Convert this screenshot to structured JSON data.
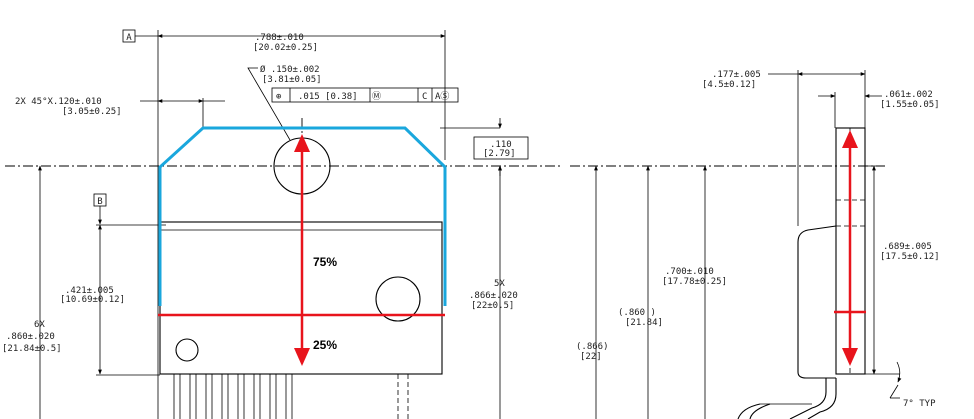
{
  "datum_a": "A",
  "datum_b": "B",
  "front": {
    "width_nom": ".788±.010",
    "width_mm": "[20.02±0.25]",
    "hole_nom": "Ø .150±.002",
    "hole_mm": "[3.81±0.05]",
    "fcf_pos": "⊕",
    "fcf_tol": ".015 [0.38]",
    "fcf_mod": "Ⓜ",
    "fcf_c": "C",
    "fcf_as": "AⓈ",
    "chamfer_nom": "2X 45°X.120±.010",
    "chamfer_mm": "[3.05±0.25]",
    "top_nom": ".110",
    "top_mm": "[2.79]",
    "b_nom": ".421±.005",
    "b_mm": "[10.69±0.12]",
    "h6_count": "6X",
    "h6_nom": ".860±.020",
    "h6_mm": "[21.84±0.5]",
    "h5_count": "5X",
    "h5_nom": ".866±.020",
    "h5_mm": "[22±0.5]",
    "pct_upper": "75%",
    "pct_lower": "25%"
  },
  "side": {
    "tab_nom": ".177±.005",
    "tab_mm": "[4.5±0.12]",
    "thk_nom": ".061±.002",
    "thk_mm": "[1.55±0.05]",
    "h689_nom": ".689±.005",
    "h689_mm": "[17.5±0.12]",
    "h700_nom": ".700±.010",
    "h700_mm": "[17.78±0.25]",
    "ref860_nom": "(.860 )",
    "ref860_mm": "[21.84]",
    "ref866_nom": "(.866)",
    "ref866_mm": "[22]",
    "angle": "7° TYP"
  },
  "colors": {
    "outline": "#1aa7dd",
    "marker": "#e8141c"
  }
}
